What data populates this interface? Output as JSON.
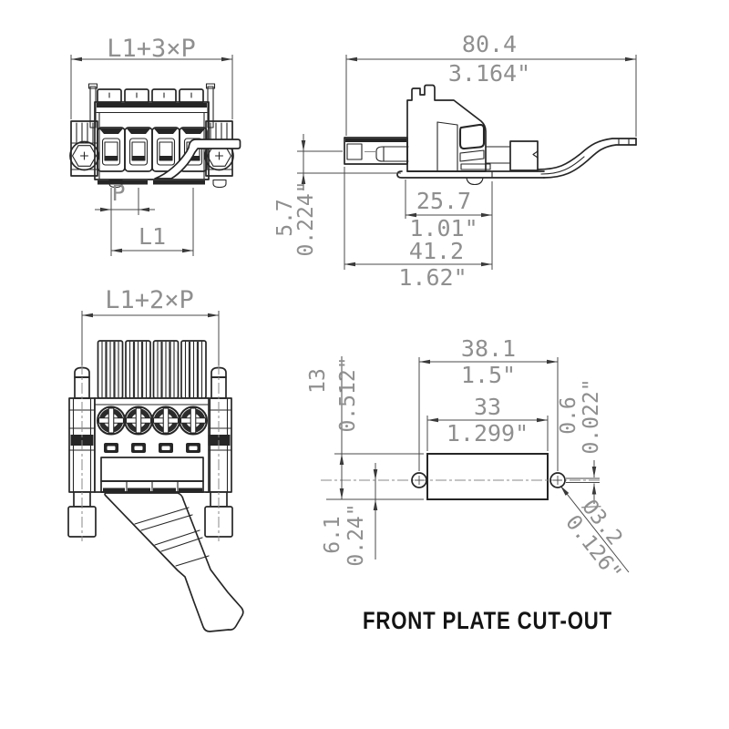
{
  "drawing": {
    "background": "#ffffff",
    "colors": {
      "outline": "#262626",
      "dimension_line": "#4a4a4a",
      "dimension_text": "#8f8f8f",
      "title_text": "#141414"
    },
    "views": {
      "front_plug": {
        "dims": {
          "overall_width": "L1+3×P",
          "pitch": "P",
          "length": "L1"
        }
      },
      "side": {
        "dims": {
          "overall_length": {
            "mm": "80.4",
            "inch": "3.164\""
          },
          "height_offset": {
            "mm": "5.7",
            "inch": "0.224\""
          },
          "housing_depth": {
            "mm": "25.7",
            "inch": "1.01\""
          },
          "total_depth": {
            "mm": "41.2",
            "inch": "1.62\""
          }
        }
      },
      "rear_wired": {
        "dims": {
          "overall_width": "L1+2×P"
        }
      },
      "front_plate_cutout": {
        "title": "FRONT PLATE CUT-OUT",
        "dims": {
          "hole_spacing": {
            "mm": "38.1",
            "inch": "1.5\""
          },
          "cutout_width": {
            "mm": "33",
            "inch": "1.299\""
          },
          "cutout_height": {
            "mm": "13",
            "inch": "0.512\""
          },
          "hole_offset": {
            "mm": "0.6",
            "inch": "0.022\""
          },
          "center_to_edge": {
            "mm": "6.1",
            "inch": "0.24\""
          },
          "hole_diameter": {
            "mm": "Ø3.2",
            "inch": "0.126\""
          }
        }
      }
    }
  }
}
